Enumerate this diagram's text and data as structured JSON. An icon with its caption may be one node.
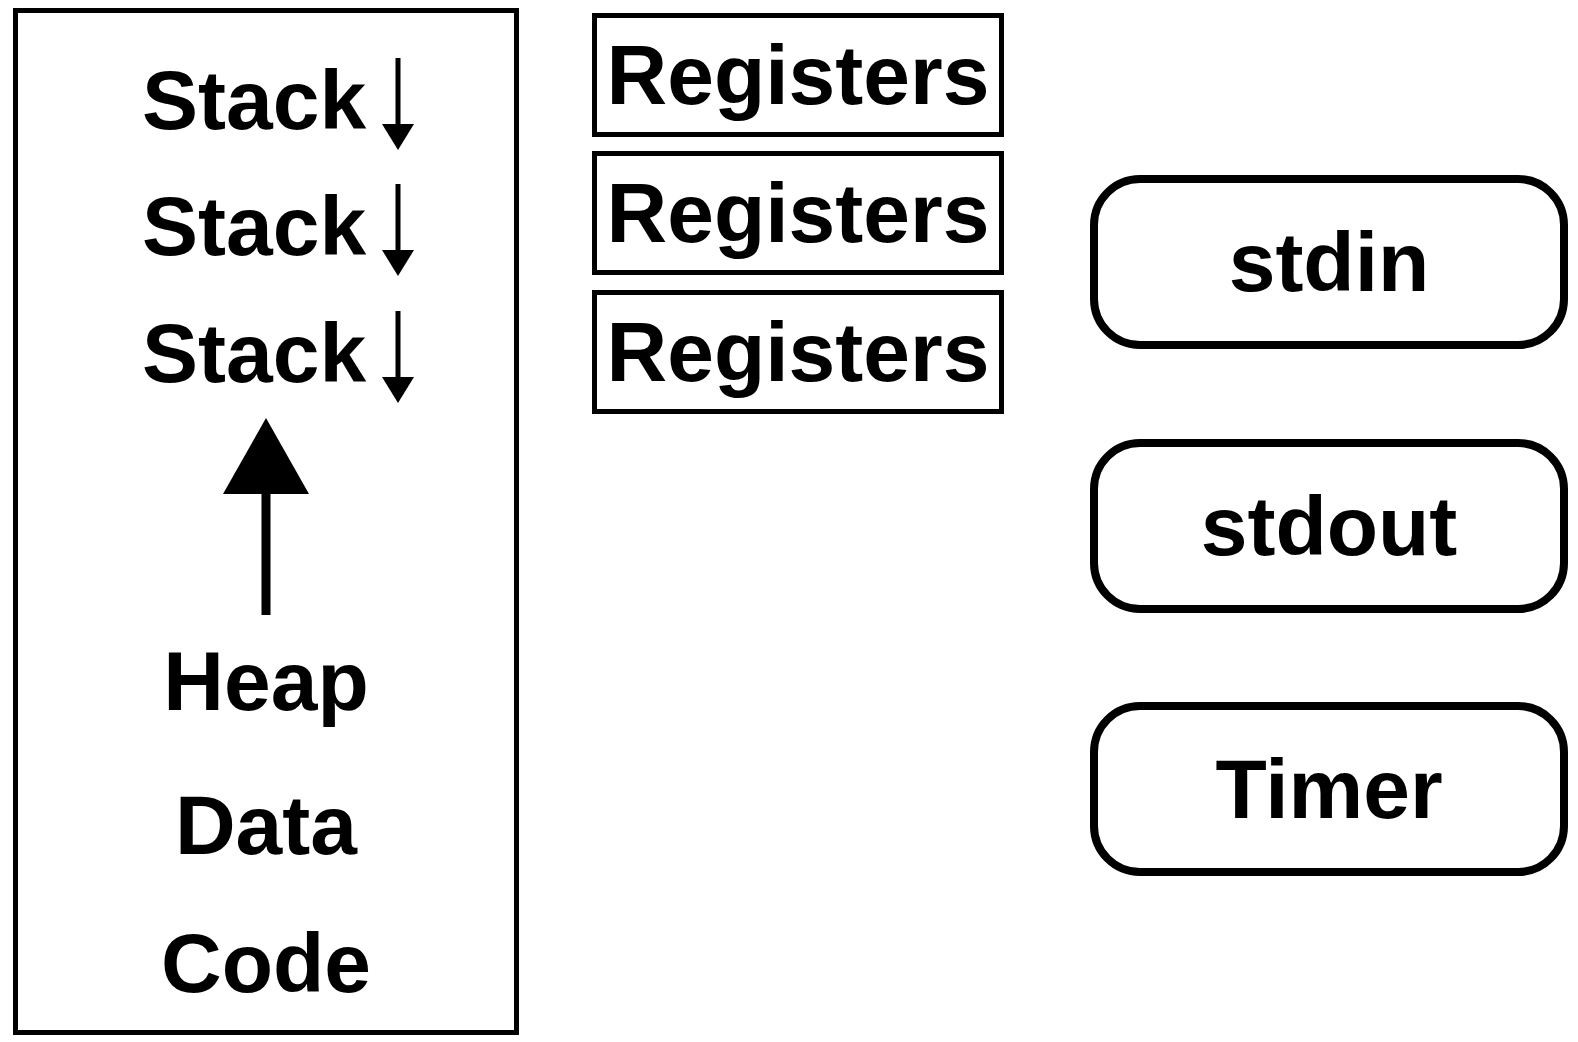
{
  "diagram": {
    "nodes": [
      {
        "text": [
          "Stack",
          "Stack",
          "Stack",
          "Heap",
          "Data",
          "Code"
        ]
      },
      {
        "text": [
          "Registers"
        ]
      },
      {
        "text": [
          "Registers"
        ]
      },
      {
        "text": [
          "Registers"
        ]
      },
      {
        "text": [
          "stdin"
        ]
      },
      {
        "text": [
          "stdout"
        ]
      },
      {
        "text": [
          "Timer"
        ]
      }
    ]
  }
}
